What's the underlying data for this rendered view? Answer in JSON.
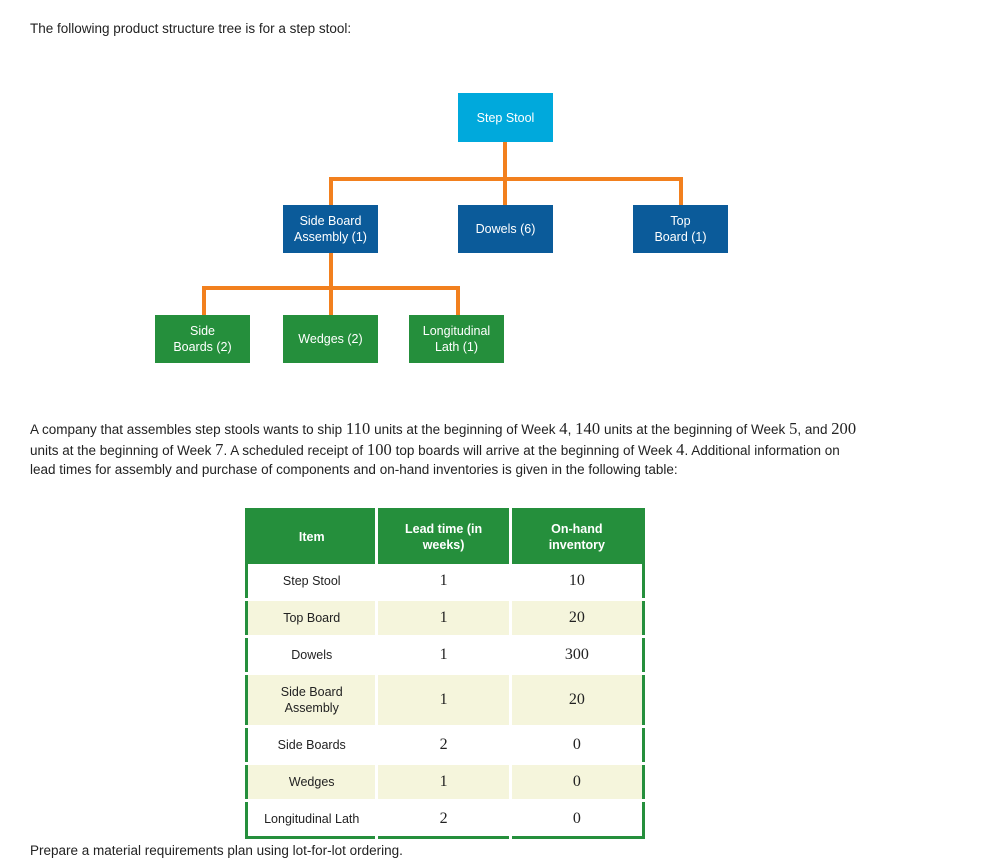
{
  "intro_text": "The following product structure tree is for a step stool:",
  "closing_text": "Prepare a material requirements plan using lot-for-lot ordering.",
  "problem": {
    "seg1": "A company that assembles step stools wants to ship ",
    "n_110": "110",
    "seg2": " units at the beginning of Week ",
    "n_w4a": "4",
    "seg3": ", ",
    "n_140": "140",
    "seg4": " units at the beginning of Week ",
    "n_w5": "5",
    "seg5": ", and ",
    "n_200": "200",
    "seg6": " units at the beginning of Week ",
    "n_w7": "7",
    "seg7": ". A scheduled receipt of ",
    "n_100": "100",
    "seg8": " top boards will arrive at the beginning of Week ",
    "n_w4b": "4",
    "seg9": ". Additional information on lead times for assembly and purchase of components and on-hand inventories is given in the following table:"
  },
  "tree": {
    "colors": {
      "level0": "#00a9dc",
      "level1": "#0b5b9a",
      "level2": "#258f3c",
      "connector": "#f2801e"
    },
    "nodes": {
      "step_stool": "Step Stool",
      "side_board_assembly": "Side Board\nAssembly (1)",
      "side_board_assembly_line1": "Side Board",
      "side_board_assembly_line2": "Assembly (1)",
      "dowels": "Dowels (6)",
      "top_board_line1": "Top",
      "top_board_line2": "Board (1)",
      "side_boards_line1": "Side",
      "side_boards_line2": "Boards (2)",
      "wedges": "Wedges (2)",
      "longitudinal_lath_line1": "Longitudinal",
      "longitudinal_lath_line2": "Lath (1)"
    }
  },
  "table": {
    "columns": [
      {
        "label_line1": "Item",
        "label_line2": ""
      },
      {
        "label_line1": "Lead time (in",
        "label_line2": "weeks)"
      },
      {
        "label_line1": "On-hand",
        "label_line2": "inventory"
      }
    ],
    "header_bg": "#258f3c",
    "alt_row_bg": "#f5f5dc",
    "rows": [
      {
        "item_line1": "Step Stool",
        "item_line2": "",
        "lead_time": "1",
        "on_hand": "10"
      },
      {
        "item_line1": "Top Board",
        "item_line2": "",
        "lead_time": "1",
        "on_hand": "20"
      },
      {
        "item_line1": "Dowels",
        "item_line2": "",
        "lead_time": "1",
        "on_hand": "300"
      },
      {
        "item_line1": "Side Board",
        "item_line2": "Assembly",
        "lead_time": "1",
        "on_hand": "20"
      },
      {
        "item_line1": "Side Boards",
        "item_line2": "",
        "lead_time": "2",
        "on_hand": "0"
      },
      {
        "item_line1": "Wedges",
        "item_line2": "",
        "lead_time": "1",
        "on_hand": "0"
      },
      {
        "item_line1": "Longitudinal Lath",
        "item_line2": "",
        "lead_time": "2",
        "on_hand": "0"
      }
    ]
  }
}
